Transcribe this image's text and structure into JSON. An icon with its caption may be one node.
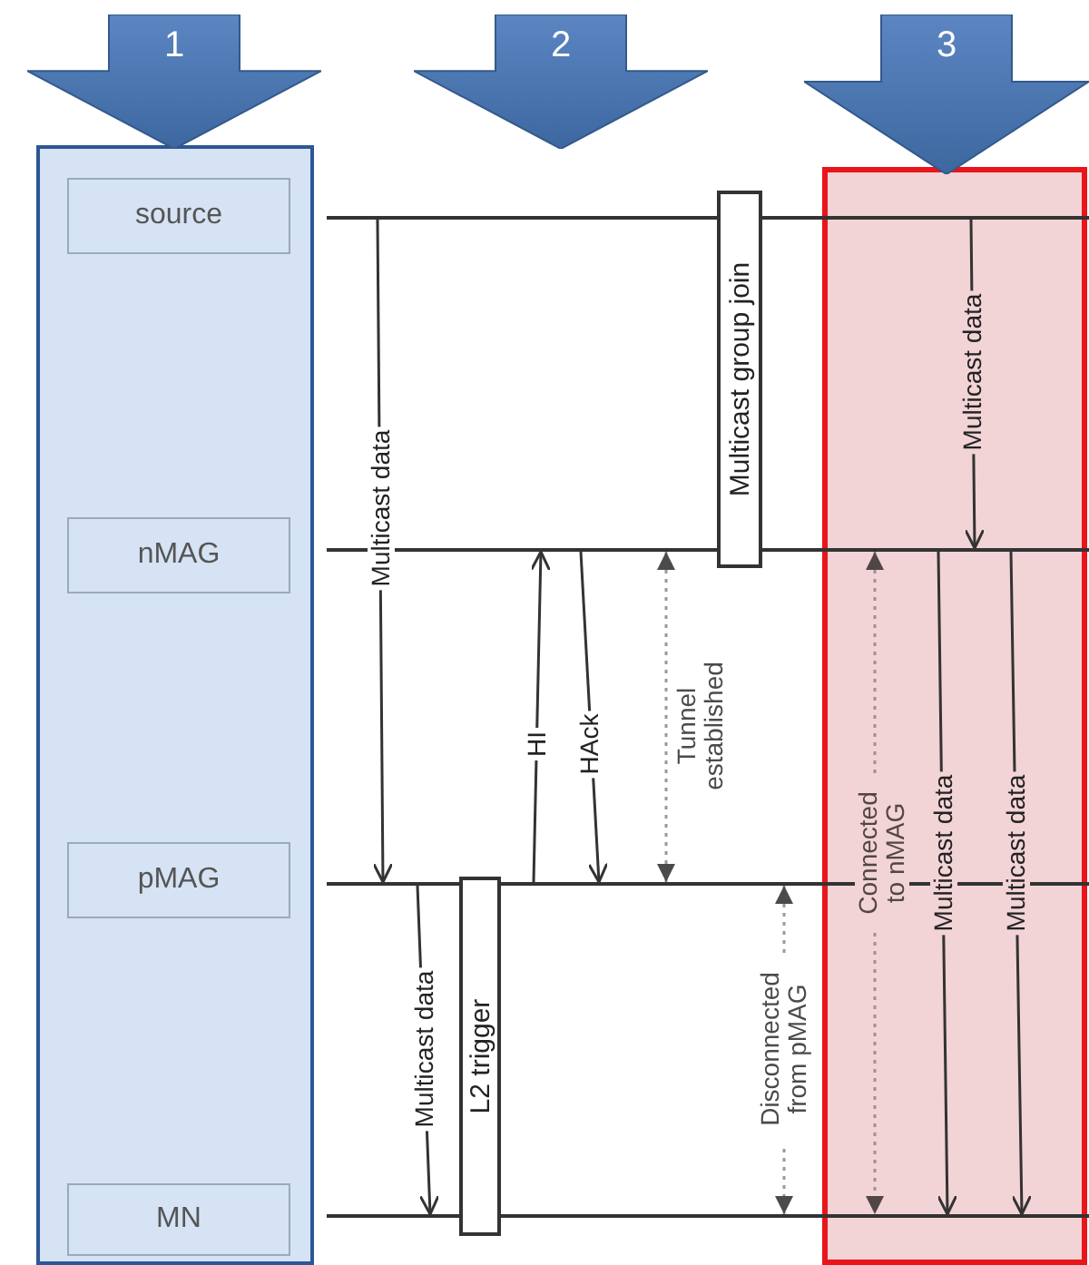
{
  "diagram": {
    "nodes": [
      {
        "text": [
          "1"
        ]
      },
      {
        "text": [
          "2"
        ]
      },
      {
        "text": [
          "3"
        ]
      },
      {
        "text": [],
        "shape": "box"
      },
      {
        "text": [
          "source"
        ],
        "in": 3
      },
      {
        "text": [
          "nMAG"
        ],
        "in": 3
      },
      {
        "text": [
          "pMAG"
        ],
        "in": 3
      },
      {
        "text": [
          "MN"
        ],
        "in": 3
      },
      {
        "text": [],
        "shape": "line"
      },
      {
        "text": [],
        "shape": "line"
      },
      {
        "text": [],
        "shape": "line"
      },
      {
        "text": [],
        "shape": "line"
      },
      {
        "text": [
          "Multicast group join"
        ]
      },
      {
        "text": [
          "L2 trigger"
        ]
      }
    ],
    "edges": [
      {
        "from": 8,
        "to": 10,
        "label": "Multicast data",
        "arrow": "to"
      },
      {
        "from": 10,
        "to": 9,
        "label": "HI",
        "arrow": "to"
      },
      {
        "from": 9,
        "to": 10,
        "label": "HAck",
        "arrow": "to"
      },
      {
        "from": 10,
        "to": 11,
        "label": "Multicast data",
        "arrow": "to"
      },
      {
        "from": 8,
        "to": 9,
        "label": "Multicast data",
        "arrow": "to"
      },
      {
        "from": 9,
        "to": 11,
        "label": "Multicast data",
        "arrow": "to"
      },
      {
        "from": 9,
        "to": 11,
        "label": "Multicast data",
        "arrow": "to"
      },
      {
        "from": 9,
        "to": 10,
        "label": "Tunnel established",
        "arrow": "both",
        "style": "dashed",
        "color": "#999999"
      },
      {
        "from": 10,
        "to": 11,
        "label": "Disconnected from pMAG",
        "arrow": "both",
        "style": "dashed",
        "color": "#999999"
      },
      {
        "from": 9,
        "to": 11,
        "label": "Connected to nMAG",
        "arrow": "both",
        "style": "dashed",
        "color": "#a58e8e"
      }
    ]
  }
}
